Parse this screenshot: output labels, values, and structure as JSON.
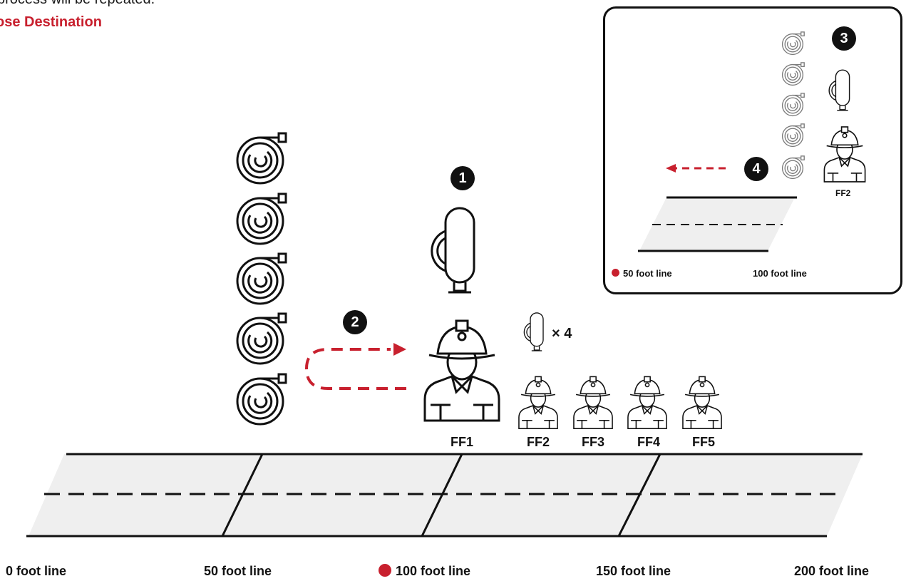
{
  "header": {
    "line1": "process will be repeated.",
    "line2": "ose Destination"
  },
  "colors": {
    "accent": "#c8202e",
    "ink": "#111111",
    "road": "#efefef"
  },
  "steps": {
    "step1": "1",
    "step2": "2",
    "step3": "3",
    "step4": "4"
  },
  "multiplier": "× 4",
  "firefighters": [
    "FF1",
    "FF2",
    "FF3",
    "FF4",
    "FF5"
  ],
  "distance_labels": {
    "line0": "0 foot line",
    "line50": "50 foot line",
    "line100": "100 foot line",
    "line150": "150 foot line",
    "line200": "200 foot line"
  },
  "inset": {
    "ff_label": "FF2",
    "left_label": "50 foot line",
    "right_label": "100 foot line"
  },
  "icons": {
    "hose": "hose-coil-icon",
    "tank": "air-tank-icon",
    "firefighter": "firefighter-icon"
  }
}
